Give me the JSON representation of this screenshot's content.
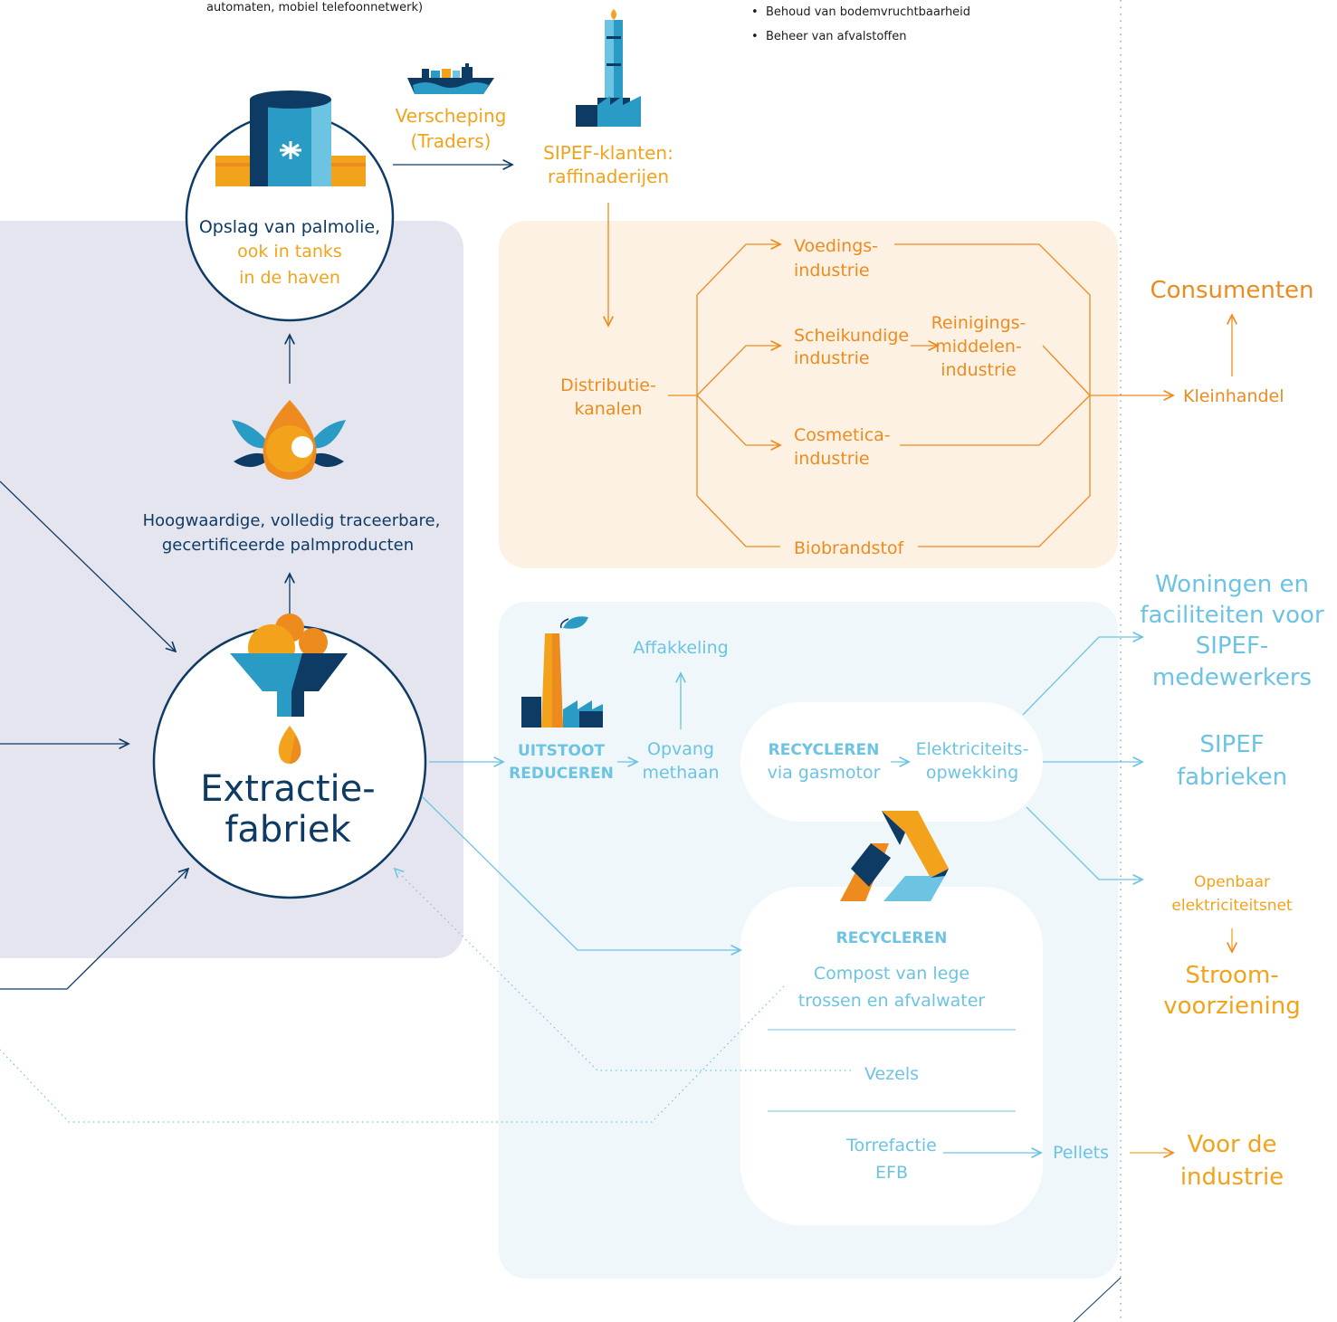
{
  "colors": {
    "navy": "#0E3B64",
    "orange": "#ED8B1F",
    "amber": "#F2A31B",
    "light_blue": "#6CC3E2",
    "teal": "#2A9BC4",
    "gray_panel": "#E5E5EF",
    "peach_panel": "#FDF1E4",
    "blue_panel": "#F0F7FB"
  },
  "top_notes": {
    "partial_line": "automaten, mobiel telefoonnetwerk)",
    "bullets": [
      "Behoud van bodemvruchtbaarheid",
      "Beheer van afvalstoffen"
    ]
  },
  "shipping": {
    "line1": "Verscheping",
    "line2": "(Traders)"
  },
  "clients": {
    "line1": "SIPEF-klanten:",
    "line2": "raffinaderijen"
  },
  "storage": {
    "line1": "Opslag van palmolie,",
    "line2": "ook in tanks",
    "line3": "in de haven"
  },
  "products": {
    "line1": "Hoogwaardige, volledig traceerbare,",
    "line2": "gecertificeerde palmproducten"
  },
  "mill": {
    "line1": "Extractie-",
    "line2": "fabriek"
  },
  "distribution": {
    "label_line1": "Distributie-",
    "label_line2": "kanalen",
    "food": [
      "Voedings-",
      "industrie"
    ],
    "chemical": [
      "Scheikundige",
      "industrie"
    ],
    "detergent": [
      "Reinigings-",
      "middelen-",
      "industrie"
    ],
    "cosmetics": [
      "Cosmetica-",
      "industrie"
    ],
    "biofuel": "Biobrandstof",
    "retail": "Kleinhandel",
    "consumers": "Consumenten"
  },
  "emissions": {
    "reduce_line1": "UITSTOOT",
    "reduce_line2": "REDUCEREN",
    "capture_line1": "Opvang",
    "capture_line2": "methaan",
    "flaring": "Affakkeling",
    "recycle_title": "RECYCLEREN",
    "recycle_sub": "via gasmotor",
    "power_line1": "Elektriciteits-",
    "power_line2": "opwekking"
  },
  "outputs": {
    "housing": [
      "Woningen en",
      "faciliteiten voor",
      "SIPEF-",
      "medewerkers"
    ],
    "factories": [
      "SIPEF",
      "fabrieken"
    ],
    "grid": [
      "Openbaar",
      "elektriciteitsnet"
    ],
    "supply": [
      "Stroom-",
      "voorziening"
    ],
    "industry": [
      "Voor de",
      "industrie"
    ]
  },
  "recycling": {
    "title": "RECYCLEREN",
    "compost": [
      "Compost van lege",
      "trossen en afvalwater"
    ],
    "fibres": "Vezels",
    "torrefaction": [
      "Torrefactie",
      "EFB"
    ],
    "pellets": "Pellets"
  }
}
